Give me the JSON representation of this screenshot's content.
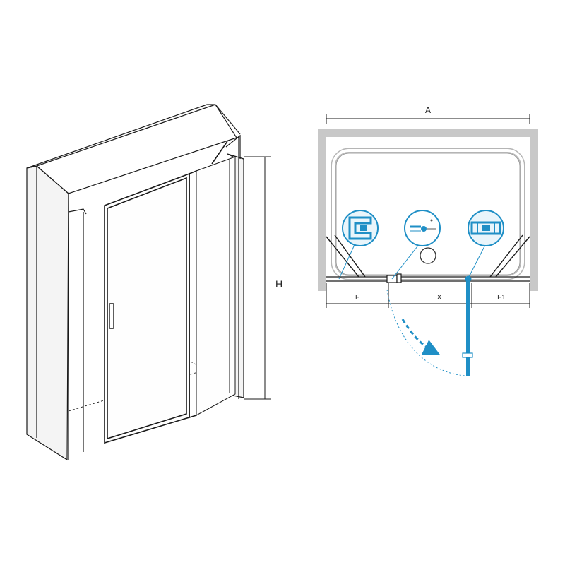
{
  "perspective_view": {
    "height_label": "H"
  },
  "plan_view": {
    "width_label": "A",
    "segment_labels": {
      "left": "F",
      "middle": "X",
      "right": "F1"
    }
  },
  "colors": {
    "outline": "#1a1a1a",
    "wall_fill": "#f4f4f4",
    "tray_gray": "#c8c8c8",
    "accent_blue": "#1f8fc6",
    "accent_fill": "#e9f5fb"
  },
  "icons": [
    "wall-profile-icon",
    "door-hinge-icon",
    "fixed-panel-connector-icon"
  ]
}
